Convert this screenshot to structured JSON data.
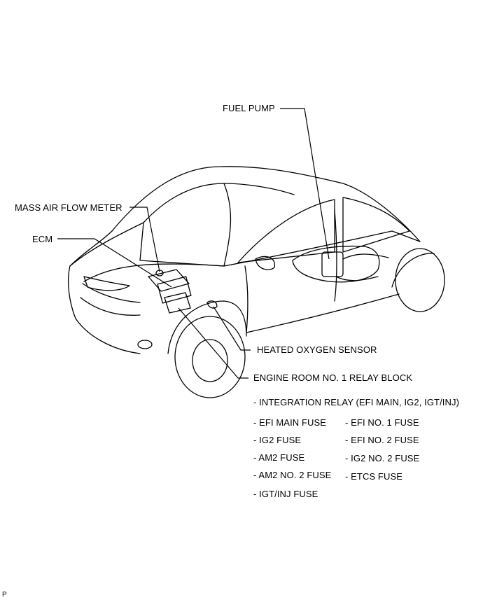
{
  "callouts": {
    "fuel_pump": "FUEL PUMP",
    "mass_air_flow_meter": "MASS AIR FLOW METER",
    "ecm": "ECM",
    "heated_oxygen_sensor": "HEATED OXYGEN SENSOR",
    "engine_room_relay_block": "ENGINE ROOM NO. 1 RELAY BLOCK"
  },
  "relay_block_contents": {
    "integration_relay": "- INTEGRATION RELAY (EFI MAIN, IG2, IGT/INJ)",
    "left_column": [
      "- EFI MAIN FUSE",
      "- IG2 FUSE",
      "- AM2 FUSE",
      "- AM2 NO. 2 FUSE",
      "- IGT/INJ FUSE"
    ],
    "right_column": [
      "- EFI NO. 1 FUSE",
      "- EFI NO. 2 FUSE",
      "- IG2 NO. 2 FUSE",
      "- ETCS FUSE"
    ]
  },
  "corner_mark": "P"
}
